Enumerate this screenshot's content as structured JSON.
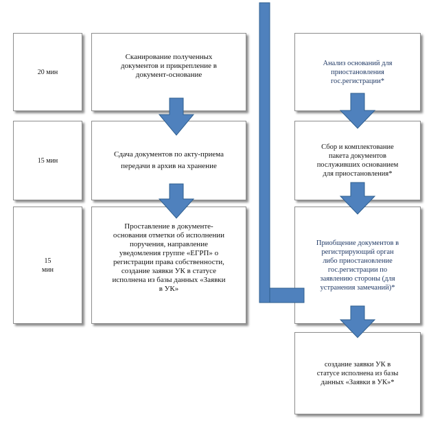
{
  "left_column": {
    "times": [
      "20 мин",
      "15 мин",
      "15\nмин"
    ],
    "steps": [
      "Сканирование полученных\nдокументов и прикрепление в\nдокумент-основание",
      "Сдача  документов по акту-приема\nпередачи в архив на хранение",
      "Проставление в документе-\nоснования отметки об исполнении\nпоручения, направление\nуведомления группе  «ЕГРП» о\nрегистрации права собственности,\nсоздание заявки УК в статусе\nисполнена из базы данных «Заявки\nв УК»"
    ]
  },
  "right_column": {
    "steps": [
      "Анализ оснований для\nприостановления\nгос.регистрации*",
      "Сбор и комплектование\nпакета документов\nпослуживших основанием\nдля приостановления*",
      "Приобщение документов в\nрегистрирующий орган\nлибо приостановление\nгос.регистрации по\nзаявлению стороны (для\nустранения замечаний)*",
      "создание заявки УК в\nстатусе исполнена из базы\nданных «Заявки в УК»*"
    ]
  },
  "colors": {
    "arrow_fill": "#4f81bd",
    "arrow_stroke": "#2f5f8f",
    "box_border": "#8c8c8c"
  }
}
